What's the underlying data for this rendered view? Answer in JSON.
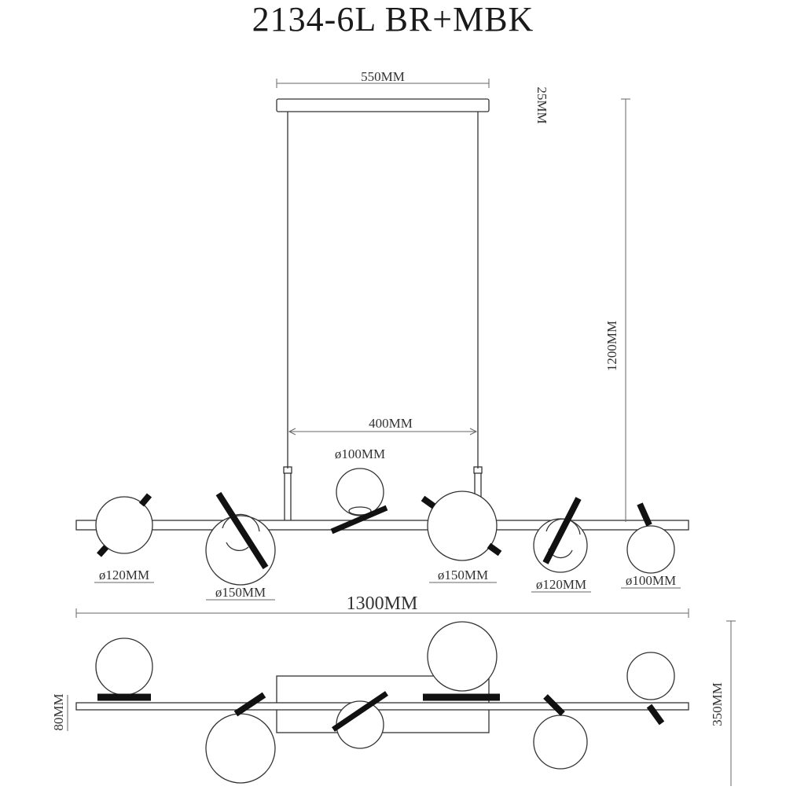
{
  "title": "2134-6L BR+MBK",
  "colors": {
    "line": "#333333",
    "globe": "#444444",
    "arm": "#111111",
    "dim": "#666666",
    "background": "#ffffff"
  },
  "dimensions": {
    "canopy_width": "550MM",
    "canopy_height": "25MM",
    "suspension_height": "1200MM",
    "cable_spacing": "400MM",
    "overall_length": "1300MM",
    "profile_height": "80MM",
    "total_height": "350MM"
  },
  "globes": {
    "top_center": "ø100MM",
    "left_1": "ø120MM",
    "left_2": "ø150MM",
    "center_right": "ø150MM",
    "right_1": "ø120MM",
    "right_2": "ø100MM"
  }
}
